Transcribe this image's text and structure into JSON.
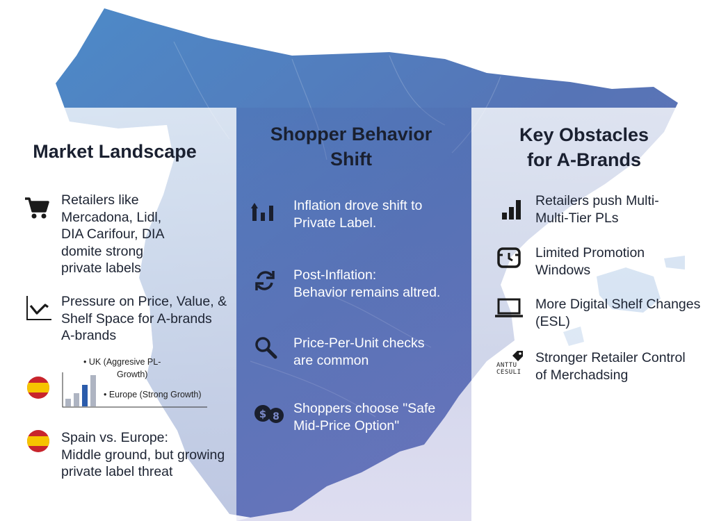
{
  "colors": {
    "map_dark": "#4f72a8",
    "map_light": "#b8cdea",
    "middle_panel": "#5a6fb0",
    "side_panel": "#d2def2",
    "spain_red": "#c8242c",
    "spain_yellow": "#f6c400",
    "bar_blue": "#2b5cab",
    "bar_gray": "#aeb4c2"
  },
  "left": {
    "title": "Market Landscape",
    "items": [
      {
        "icon": "shopping-cart-icon",
        "lines": [
          "Retailers like",
          "Mercadona, Lidl,",
          "DIA Carifour, DIA",
          "domite strong",
          "private labels"
        ]
      },
      {
        "icon": "trend-down-chart-icon",
        "lines": [
          "Pressure on Price, Value, &",
          "Shelf Space for A-brands",
          "A-brands"
        ]
      },
      {
        "icon": "spain-flag-icon",
        "mini_chart": {
          "labels": [
            "• UK (Aggresive PL-",
            "Growth)",
            "• Europe (Strong Growth)"
          ]
        }
      },
      {
        "icon": "spain-flag-icon",
        "lines": [
          "Spain vs. Europe:",
          "Middle ground, but growing",
          "private label threat"
        ]
      }
    ]
  },
  "middle": {
    "title": [
      "Shopper Behavior",
      "Shift"
    ],
    "items": [
      {
        "icon": "bar-growth-icon",
        "lines": [
          "Inflation drove shift to",
          "Private Label."
        ]
      },
      {
        "icon": "refresh-arrows-icon",
        "lines": [
          "Post-Inflation:",
          "Behavior remains altred."
        ]
      },
      {
        "icon": "magnifier-icon",
        "lines": [
          "Price-Per-Unit checks",
          "are common"
        ]
      },
      {
        "icon": "coins-icon",
        "lines": [
          "Shoppers choose \"Safe",
          "Mid-Price Option\""
        ]
      }
    ]
  },
  "right": {
    "title": [
      "Key Obstacles",
      "for A-Brands"
    ],
    "items": [
      {
        "icon": "bar-chart-icon",
        "lines": [
          "Retailers push Multi-",
          "Multi-Tier PLs"
        ]
      },
      {
        "icon": "calendar-clock-icon",
        "lines": [
          "Limited Promotion",
          "Windows"
        ]
      },
      {
        "icon": "laptop-icon",
        "lines": [
          "More Digital Shelf Changes",
          "(ESL)"
        ]
      },
      {
        "icon": "price-tag-icon",
        "icon_text": [
          "ANTTU",
          "CESULI"
        ],
        "lines": [
          "Stronger Retailer Control",
          "of Merchadsing"
        ]
      }
    ]
  }
}
